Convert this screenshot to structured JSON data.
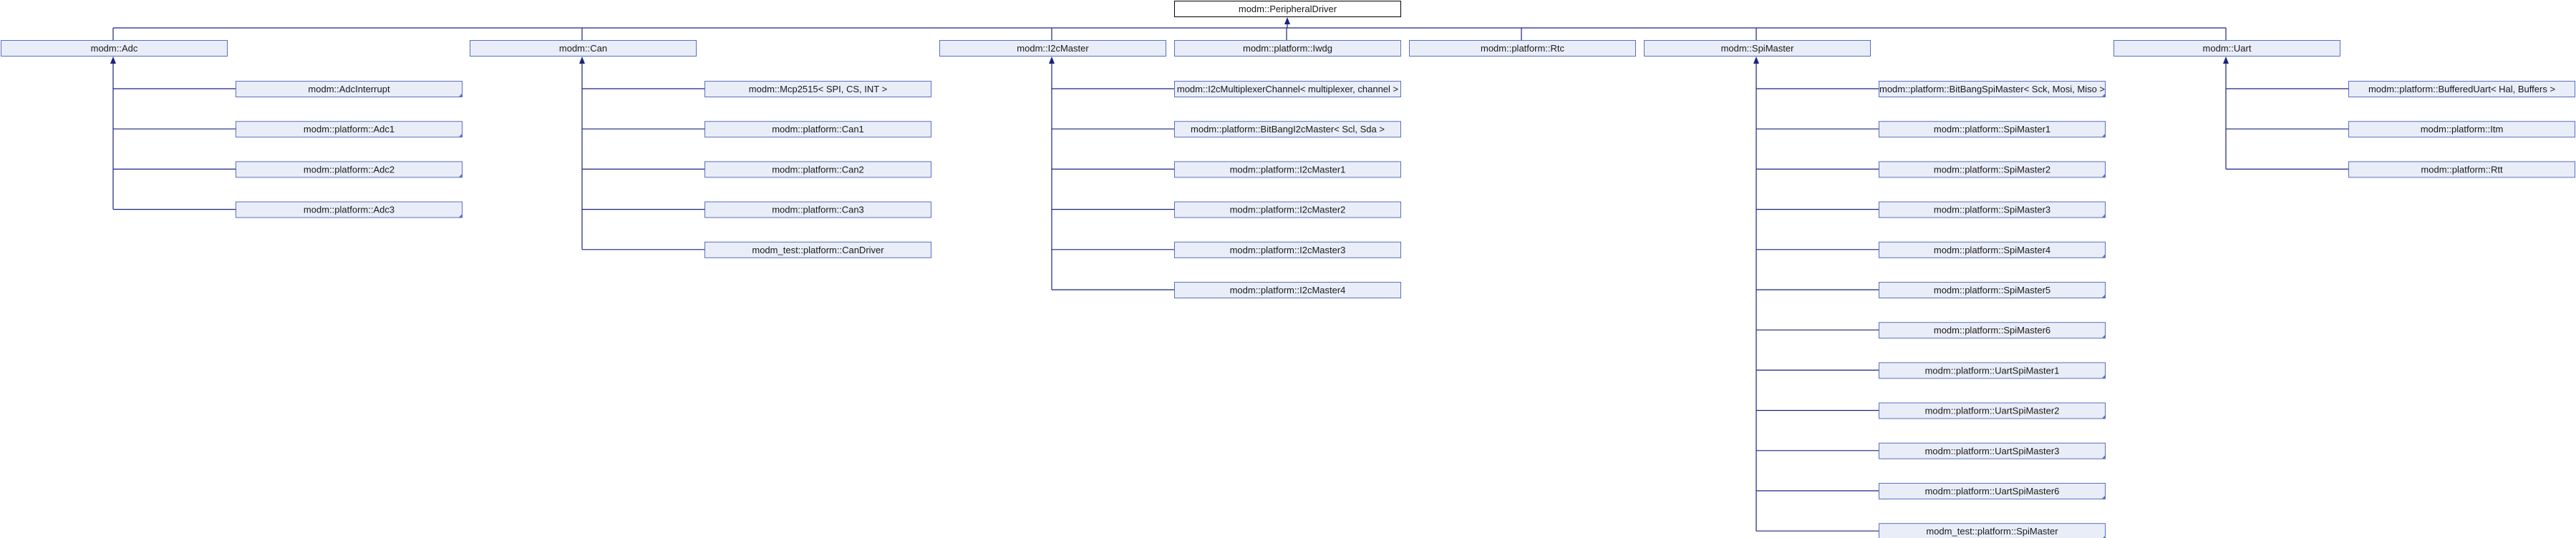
{
  "root": "modm::PeripheralDriver",
  "colors": {
    "edge": "#1a237e",
    "node_fill": "#e8edf8",
    "node_border": "#5a6fbf",
    "root_fill": "#ffffff"
  },
  "groups": [
    {
      "label": "modm::Adc",
      "children": [
        "modm::AdcInterrupt",
        "modm::platform::Adc1",
        "modm::platform::Adc2",
        "modm::platform::Adc3"
      ]
    },
    {
      "label": "modm::Can",
      "children": [
        "modm::Mcp2515< SPI, CS, INT >",
        "modm::platform::Can1",
        "modm::platform::Can2",
        "modm::platform::Can3",
        "modm_test::platform::CanDriver"
      ]
    },
    {
      "label": "modm::I2cMaster",
      "children": [
        "modm::I2cMultiplexerChannel< multiplexer, channel >",
        "modm::platform::BitBangI2cMaster< Scl, Sda >",
        "modm::platform::I2cMaster1",
        "modm::platform::I2cMaster2",
        "modm::platform::I2cMaster3",
        "modm::platform::I2cMaster4"
      ]
    },
    {
      "label": "modm::platform::Iwdg",
      "children": []
    },
    {
      "label": "modm::platform::Rtc",
      "children": []
    },
    {
      "label": "modm::SpiMaster",
      "children": [
        "modm::platform::BitBangSpiMaster< Sck, Mosi, Miso >",
        "modm::platform::SpiMaster1",
        "modm::platform::SpiMaster2",
        "modm::platform::SpiMaster3",
        "modm::platform::SpiMaster4",
        "modm::platform::SpiMaster5",
        "modm::platform::SpiMaster6",
        "modm::platform::UartSpiMaster1",
        "modm::platform::UartSpiMaster2",
        "modm::platform::UartSpiMaster3",
        "modm::platform::UartSpiMaster6",
        "modm_test::platform::SpiMaster"
      ]
    },
    {
      "label": "modm::Uart",
      "children": [
        "modm::platform::BufferedUart< Hal, Buffers >",
        "modm::platform::Itm",
        "modm::platform::Rtt"
      ]
    }
  ]
}
